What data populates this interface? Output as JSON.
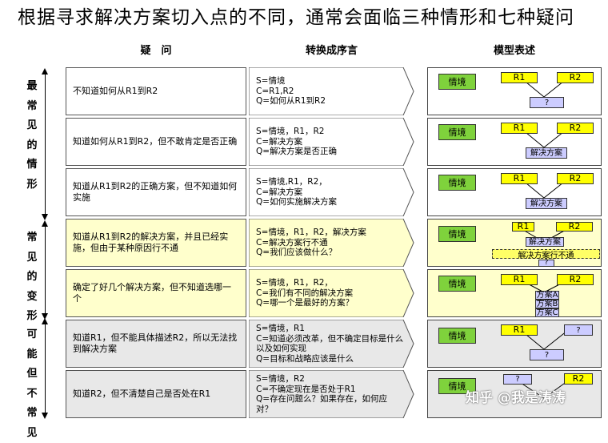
{
  "title": "根据寻求解决方案切入点的不同，通常会面临三种情形和七种疑问",
  "columns": {
    "question": "疑　问",
    "sequence": "转换成序言",
    "model": "模型表述"
  },
  "side_labels": [
    {
      "text": "最常见的情形"
    },
    {
      "text": "常见的变形"
    },
    {
      "text": "可能但不常见"
    }
  ],
  "model_labels": {
    "situation": "情境",
    "r1": "R1",
    "r2": "R2",
    "q": "?",
    "solution": "解决方案",
    "solution_fail": "解决方案行不通",
    "option_a": "方案A",
    "option_b": "方案B",
    "option_c": "方案C"
  },
  "colors": {
    "gray_row": "#e8e8e8",
    "yellow_row": "#ffffcc",
    "situation": "#7fd23c",
    "r_box": "#ffff00",
    "solution_box": "#ccccff"
  },
  "rows": [
    {
      "question": "不知道如何从R1到R2",
      "s": "S=情境",
      "c": "C=R1,R2",
      "q": "Q=如何从R1到R2"
    },
    {
      "question": "知道如何从R1到R2，但不敢肯定是否正确",
      "s": "S=情境，R1，R2",
      "c": "C=解决方案",
      "q": "Q=解决方案是否正确"
    },
    {
      "question": "知道从R1到R2的正确方案，但不知道如何实施",
      "s": "S=情境,R1，R2，",
      "c": "C=解决方案",
      "q": "Q=如何实施解决方案"
    },
    {
      "question": "知道从R1到R2的解决方案，并且已经实施，但由于某种原因行不通",
      "s": "S=情境，R1，R2，解决方案",
      "c": "C=解决方案行不通",
      "q": "Q=我们应该做什么？"
    },
    {
      "question": "确定了好几个解决方案，但不知道选哪一个",
      "s": "S=情境，R1，R2，",
      "c": "C=我们有不同的解决方案",
      "q": "Q=哪一个是最好的方案？"
    },
    {
      "question": "知道R1，但不能具体描述R2，所以无法找到解决方案",
      "s": "S=情境，R1",
      "c": "C=知道必须改革，但不确定目标是什么以及如何实现",
      "q": "Q=目标和战略应该是什么"
    },
    {
      "question": "知道R2，但不清楚自己是否处在R1",
      "s": "S=情境，R2",
      "c": "C=不确定现在是否处于R1",
      "q": "Q=存在问题么？如果存在，如何应对？"
    }
  ],
  "watermark": "知乎 @我是涛涛"
}
